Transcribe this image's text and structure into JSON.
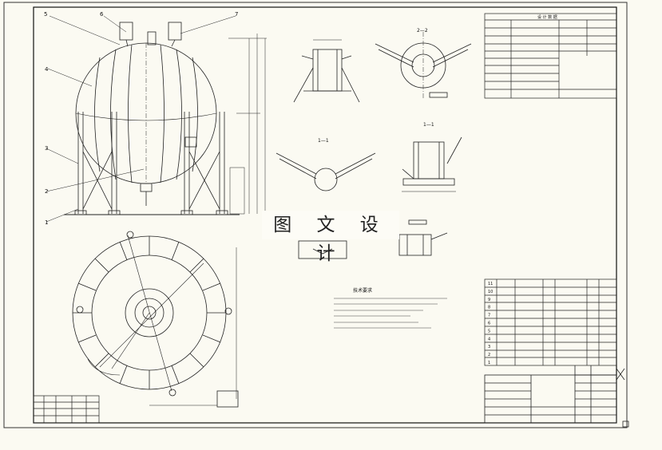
{
  "drawing": {
    "watermark": "图 文 设 计",
    "callouts": [
      "5",
      "6",
      "7",
      "4",
      "3",
      "2",
      "1"
    ],
    "sections": {
      "top_right": "2—2",
      "mid_left": "1—1",
      "mid_right": "1—1"
    },
    "tech_title": "技术要求",
    "spec_title": "设 计 数 据",
    "bom_numbers": [
      "11",
      "10",
      "9",
      "8",
      "7",
      "6",
      "5",
      "4",
      "3",
      "2",
      "1"
    ]
  }
}
